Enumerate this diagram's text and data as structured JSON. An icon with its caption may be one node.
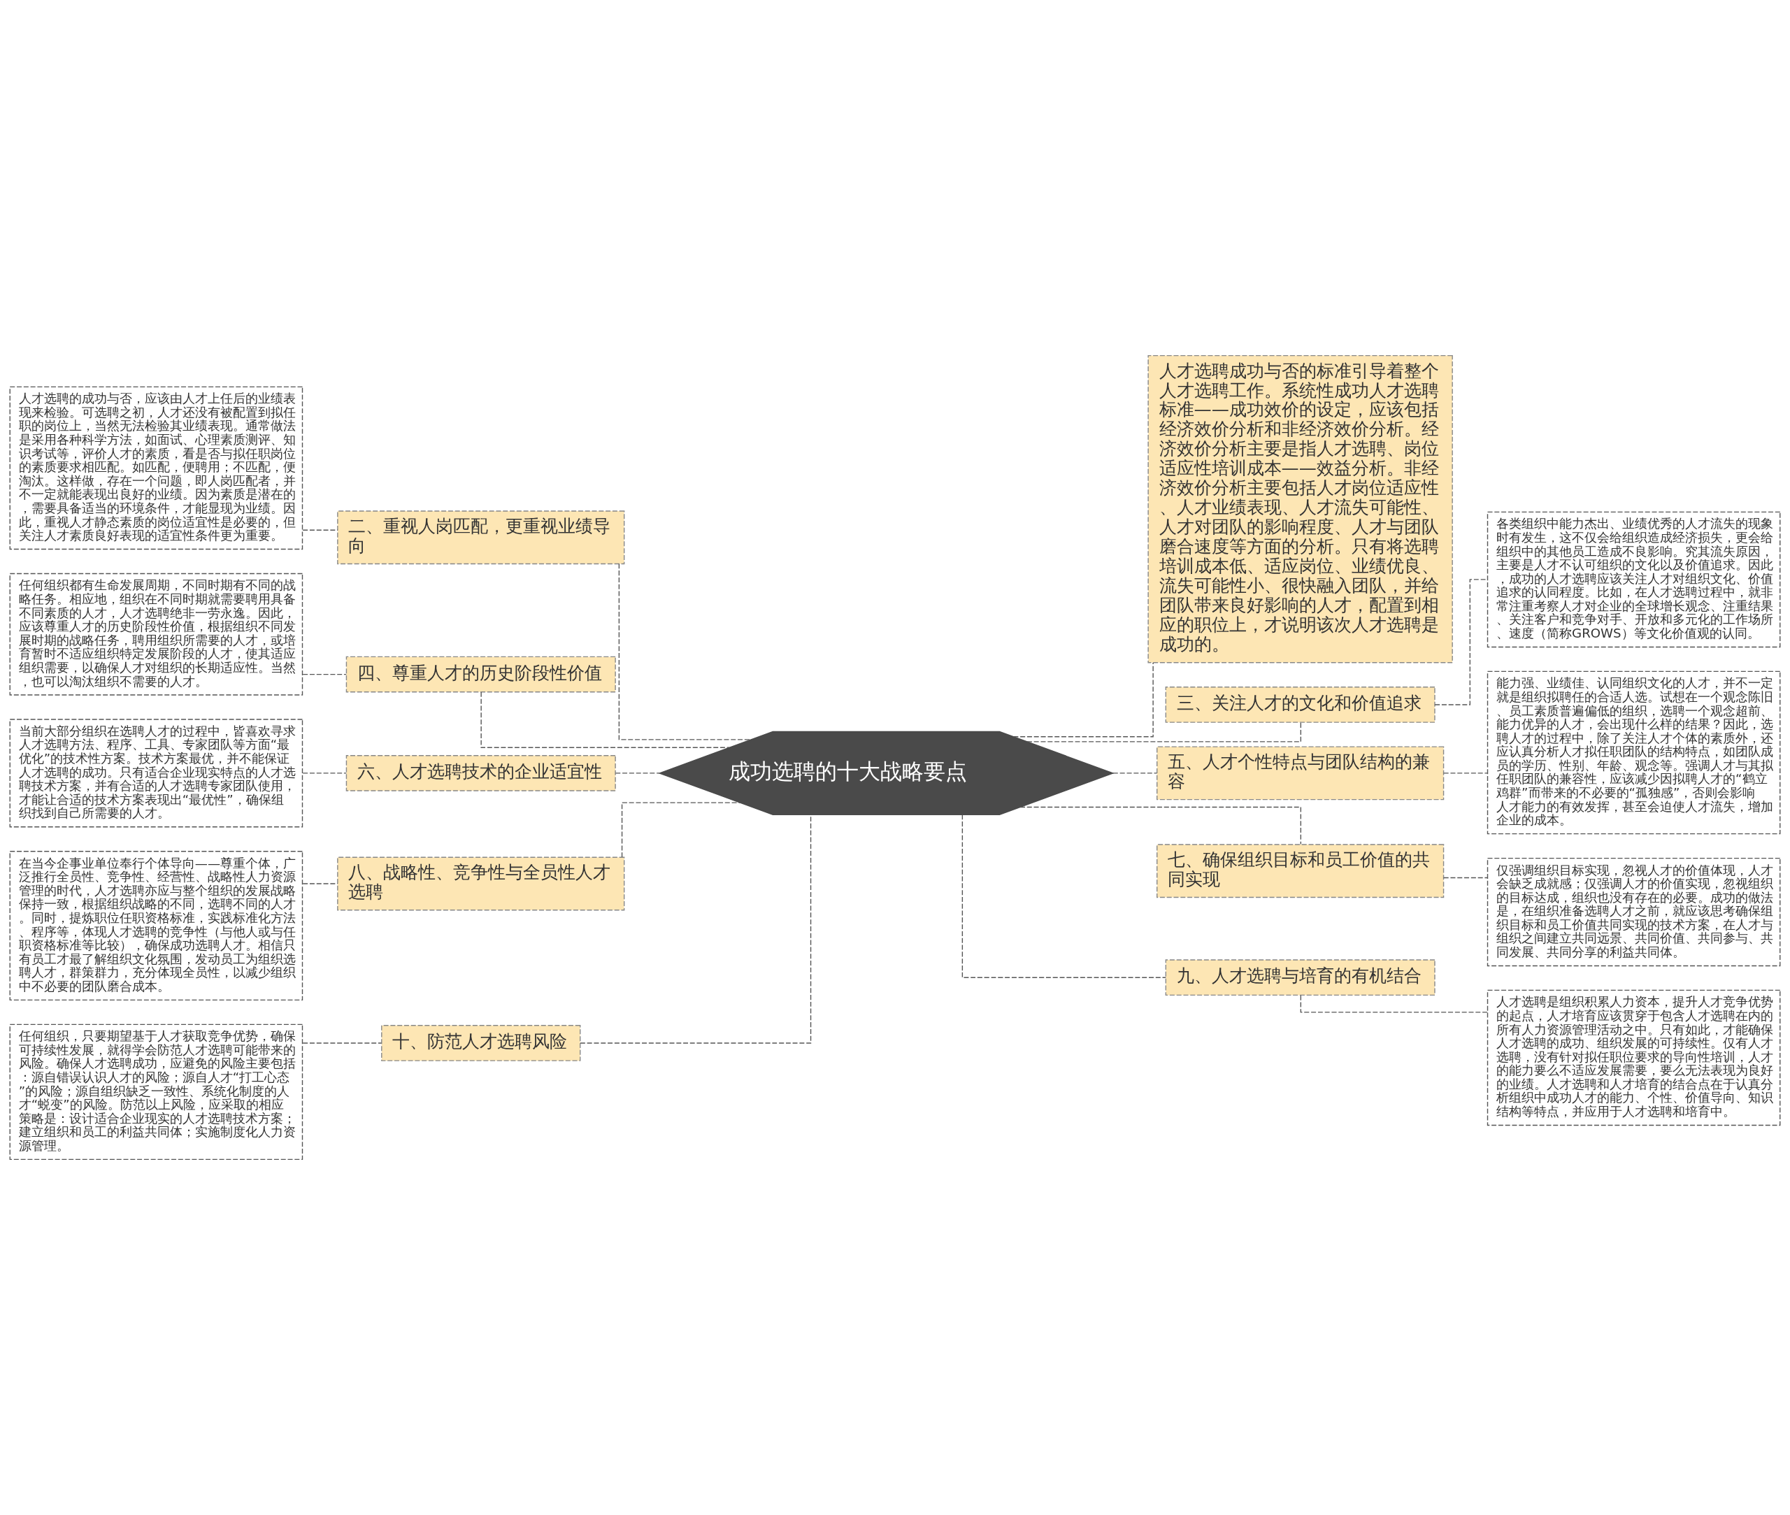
{
  "diagram": {
    "nodes": [
      {
        "text": [
          "成功选聘的十大战略要点"
        ]
      },
      {
        "text": [
          "二、重视人岗匹配，更重视业绩导向"
        ]
      },
      {
        "text": [
          "人才选聘的成功与否，应该由人才上任后的业绩表现来检验。可选聘之初，人才还没有被配置到拟任职的岗位上，当然无法检验其业绩表现。通常做法是采用各种科学方法，如面试、心理素质测评、知识考试等，评价人才的素质，看是否与拟任职岗位的素质要求相匹配。如匹配，便聘用；不匹配，便淘汰。这样做，存在一个问题，即人岗匹配者，并不一定就能表现出良好的业绩。因为素质是潜在的，需要具备适当的环境条件，才能显现为业绩。因此，重视人才静态素质的岗位适宜性是必要的，但关注人才素质良好表现的适宜性条件更为重要。"
        ]
      },
      {
        "text": [
          "四、尊重人才的历史阶段性价值"
        ]
      },
      {
        "text": [
          "任何组织都有生命发展周期，不同时期有不同的战略任务。相应地，组织在不同时期就需要聘用具备不同素质的人才，人才选聘绝非一劳永逸。因此，应该尊重人才的历史阶段性价值，根据组织不同发展时期的战略任务，聘用组织所需要的人才，或培育暂时不适应组织特定发展阶段的人才，使其适应组织需要，以确保人才对组织的长期适应性。当然，也可以淘汰组织不需要的人才。"
        ]
      },
      {
        "text": [
          "六、人才选聘技术的企业适宜性"
        ]
      },
      {
        "text": [
          "当前大部分组织在选聘人才的过程中，皆喜欢寻求人才选聘方法、程序、工具、专家团队等方面“最优化”的技术性方案。技术方案最优，并不能保证人才选聘的成功。只有适合企业现实特点的人才选聘技术方案，并有合适的人才选聘专家团队使用，才能让合适的技术方案表现出“最优性”，确保组织找到自己所需要的人才。"
        ]
      },
      {
        "text": [
          "八、战略性、竞争性与全员性人才选聘"
        ]
      },
      {
        "text": [
          "在当今企事业单位奉行个体导向——尊重个体，广泛推行全员性、竞争性、经营性、战略性人力资源管理的时代，人才选聘亦应与整个组织的发展战略保持一致，根据组织战略的不同，选聘不同的人才。同时，提炼职位任职资格标准，实践标准化方法、程序等，体现人才选聘的竞争性（与他人或与任职资格标准等比较），确保成功选聘人才。相信只有员工才最了解组织文化氛围，发动员工为组织选聘人才，群策群力，充分体现全员性，以减少组织中不必要的团队磨合成本。"
        ]
      },
      {
        "text": [
          "十、防范人才选聘风险"
        ]
      },
      {
        "text": [
          "任何组织，只要期望基于人才获取竞争优势，确保可持续性发展，就得学会防范人才选聘可能带来的风险。确保人才选聘成功，应避免的风险主要包括：源自错误认识人才的风险；源自人才“打工心态”的风险；源自组织缺乏一致性、系统化制度的人才“蜕变”的风险。防范以上风险，应采取的相应策略是：设计适合企业现实的人才选聘技术方案；建立组织和员工的利益共同体；实施制度化人力资源管理。"
        ]
      },
      {
        "text": [
          "人才选聘成功与否的标准引导着整个人才选聘工作。系统性成功人才选聘标准——成功效价的设定，应该包括经济效价分析和非经济效价分析。经济效价分析主要是指人才选聘、岗位适应性培训成本——效益分析。非经济效价分析主要包括人才岗位适应性、人才业绩表现、人才流失可能性、人才对团队的影响程度、人才与团队磨合速度等方面的分析。只有将选聘培训成本低、适应岗位、业绩优良、流失可能性小、很快融入团队，并给团队带来良好影响的人才，配置到相应的职位上，才说明该次人才选聘是成功的。"
        ]
      },
      {
        "text": [
          "三、关注人才的文化和价值追求"
        ]
      },
      {
        "text": [
          "各类组织中能力杰出、业绩优秀的人才流失的现象时有发生，这不仅会给组织造成经济损失，更会给组织中的其他员工造成不良影响。究其流失原因，主要是人才不认可组织的文化以及价值追求。因此，成功的人才选聘应该关注人才对组织文化、价值追求的认同程度。比如，在人才选聘过程中，就非常注重考察人才对企业的全球增长观念、注重结果、关注客户和竞争对手、开放和多元化的工作场所、速度（简称GROWS）等文化价值观的认同。"
        ]
      },
      {
        "text": [
          "五、人才个性特点与团队结构的兼容"
        ]
      },
      {
        "text": [
          "能力强、业绩佳、认同组织文化的人才，并不一定就是组织拟聘任的合适人选。试想在一个观念陈旧、员工素质普遍偏低的组织，选聘一个观念超前、能力优异的人才，会出现什么样的结果？因此，选聘人才的过程中，除了关注人才个体的素质外，还应认真分析人才拟任职团队的结构特点，如团队成员的学历、性别、年龄、观念等。强调人才与其拟任职团队的兼容性，应该减少因拟聘人才的“鹤立鸡群”而带来的不必要的“孤独感”，否则会影响人才能力的有效发挥，甚至会迫使人才流失，增加企业的成本。"
        ]
      },
      {
        "text": [
          "七、确保组织目标和员工价值的共同实现"
        ]
      },
      {
        "text": [
          "仅强调组织目标实现，忽视人才的价值体现，人才会缺乏成就感；仅强调人才的价值实现，忽视组织的目标达成，组织也没有存在的必要。成功的做法是，在组织准备选聘人才之前，就应该思考确保组织目标和员工价值共同实现的技术方案，在人才与组织之间建立共同远景、共同价值、共同参与、共同发展、共同分享的利益共同体。"
        ]
      },
      {
        "text": [
          "九、人才选聘与培育的有机结合"
        ]
      },
      {
        "text": [
          "人才选聘是组织积累人力资本，提升人才竞争优势的起点，人才培育应该贯穿于包含人才选聘在内的所有人力资源管理活动之中。只有如此，才能确保人才选聘的成功、组织发展的可持续性。仅有人才选聘，没有针对拟任职位要求的导向性培训，人才的能力要么不适应发展需要，要么无法表现为良好的业绩。人才选聘和人才培育的结合点在于认真分析组织中成功人才的能力、个性、价值导向、知识结构等特点，并应用于人才选聘和培育中。"
        ]
      }
    ],
    "edges": [
      {
        "from": 0,
        "to": 1,
        "arrow": "none"
      },
      {
        "from": 1,
        "to": 2,
        "arrow": "none"
      },
      {
        "from": 0,
        "to": 3,
        "arrow": "none"
      },
      {
        "from": 3,
        "to": 4,
        "arrow": "none"
      },
      {
        "from": 0,
        "to": 5,
        "arrow": "none"
      },
      {
        "from": 5,
        "to": 6,
        "arrow": "none"
      },
      {
        "from": 0,
        "to": 7,
        "arrow": "none"
      },
      {
        "from": 7,
        "to": 8,
        "arrow": "none"
      },
      {
        "from": 0,
        "to": 9,
        "arrow": "none"
      },
      {
        "from": 9,
        "to": 10,
        "arrow": "none"
      },
      {
        "from": 0,
        "to": 11,
        "arrow": "none"
      },
      {
        "from": 0,
        "to": 12,
        "arrow": "none"
      },
      {
        "from": 12,
        "to": 13,
        "arrow": "none"
      },
      {
        "from": 0,
        "to": 14,
        "arrow": "none"
      },
      {
        "from": 14,
        "to": 15,
        "arrow": "none"
      },
      {
        "from": 0,
        "to": 16,
        "arrow": "none"
      },
      {
        "from": 16,
        "to": 17,
        "arrow": "none"
      },
      {
        "from": 0,
        "to": 18,
        "arrow": "none"
      },
      {
        "from": 18,
        "to": 19,
        "arrow": "none"
      }
    ]
  }
}
